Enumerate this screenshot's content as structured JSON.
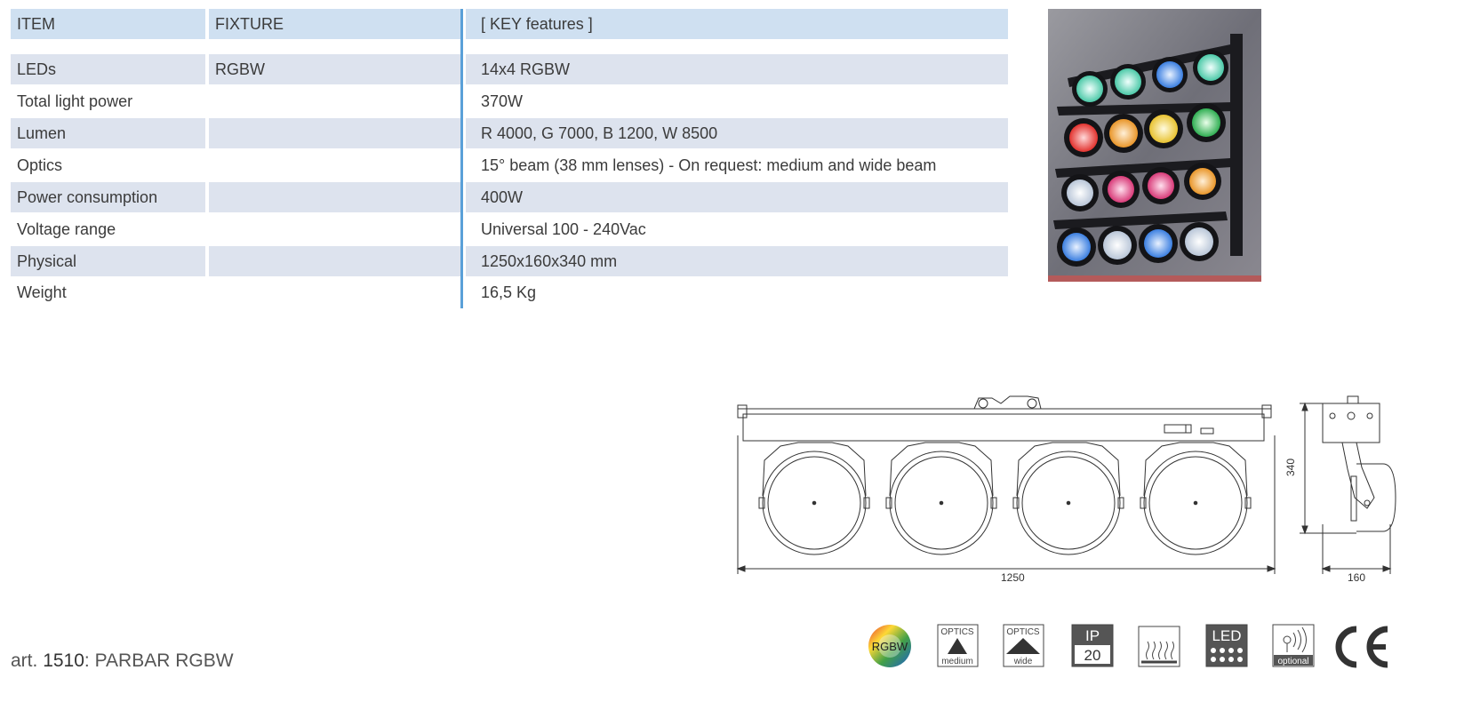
{
  "table": {
    "headers": [
      "ITEM",
      "FIXTURE",
      "[ KEY features ]"
    ],
    "rows": [
      [
        "LEDs",
        "RGBW",
        "14x4 RGBW"
      ],
      [
        "Total light power",
        "",
        "370W"
      ],
      [
        "Lumen",
        "",
        "R 4000, G 7000, B 1200, W 8500"
      ],
      [
        "Optics",
        "",
        "15° beam (38 mm lenses)  -  On request: medium and wide beam"
      ],
      [
        "Power consumption",
        "",
        "400W"
      ],
      [
        "Voltage range",
        "",
        "Universal 100 - 240Vac"
      ],
      [
        "Physical",
        "",
        "1250x160x340 mm"
      ],
      [
        "Weight",
        "",
        "16,5 Kg"
      ]
    ]
  },
  "drawing": {
    "width_label": "1250",
    "depth_label": "160",
    "height_label": "340"
  },
  "icons": {
    "rgbw": "RGBW",
    "optics_medium_top": "OPTICS",
    "optics_medium_bottom": "medium",
    "optics_wide_top": "OPTICS",
    "optics_wide_bottom": "wide",
    "ip_top": "IP",
    "ip_bottom": "20",
    "led": "LED",
    "optional": "optional",
    "ce": "CE"
  },
  "caption": {
    "prefix": "art. ",
    "number": "1510",
    "name": ": PARBAR RGBW"
  },
  "colors": {
    "header_bg": "#cfe0f1",
    "row_bg": "#dde3ee",
    "accent_line": "#5aa0d8"
  }
}
